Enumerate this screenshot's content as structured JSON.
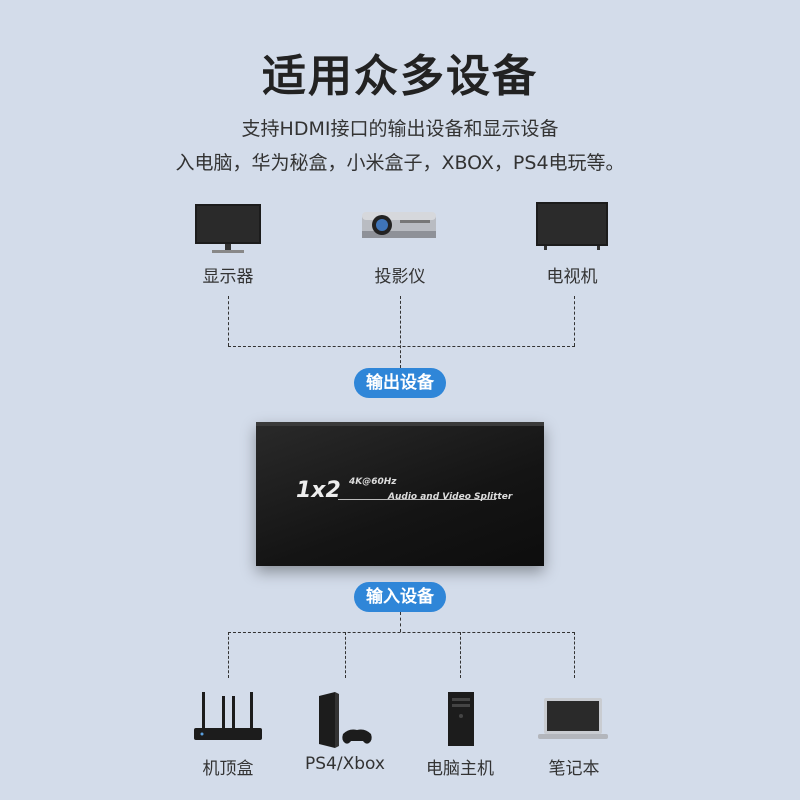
{
  "header": {
    "title": "适用众多设备",
    "subtitle_line1": "支持HDMI接口的输出设备和显示设备",
    "subtitle_line2": "入电脑，华为秘盒，小米盒子，XBOX，PS4电玩等。"
  },
  "output_devices": [
    {
      "label": "显示器",
      "icon": "monitor-icon"
    },
    {
      "label": "投影仪",
      "icon": "projector-icon"
    },
    {
      "label": "电视机",
      "icon": "tv-icon"
    }
  ],
  "output_badge": "输出设备",
  "splitter": {
    "model": "1x2",
    "spec": "4K@60Hz",
    "description": "Audio and Video Splitter"
  },
  "input_badge": "输入设备",
  "input_devices": [
    {
      "label": "机顶盒",
      "icon": "router-icon"
    },
    {
      "label": "PS4/Xbox",
      "icon": "game-console-icon"
    },
    {
      "label": "电脑主机",
      "icon": "pc-tower-icon"
    },
    {
      "label": "笔记本",
      "icon": "laptop-icon"
    }
  ],
  "colors": {
    "background": "#d3dcea",
    "badge": "#2f86d8",
    "device": "#1c1c1c"
  }
}
